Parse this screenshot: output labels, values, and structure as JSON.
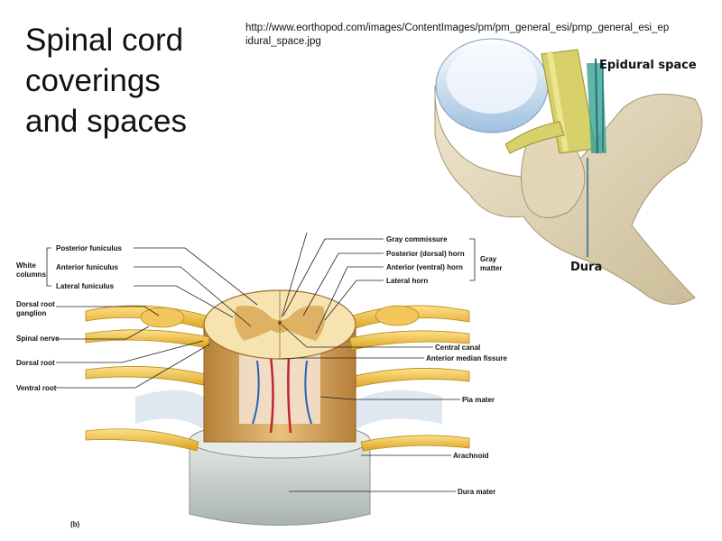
{
  "title": "Spinal  cord\ncoverings\nand spaces",
  "source_url": "http://www.eorthopod.com/images/ContentImages/pm/pm_general_esi/pmp_general_esi_epidural_space.jpg",
  "vertebra_labels": {
    "epidural_space": "Epidural space",
    "dura": "Dura"
  },
  "cord_labels": {
    "posterior_funiculus": "Posterior funiculus",
    "anterior_funiculus": "Anterior funiculus",
    "lateral_funiculus": "Lateral funiculus",
    "white_columns": "White",
    "white_columns_2": "columns",
    "dorsal_root_ganglion": "Dorsal root",
    "dorsal_root_ganglion_2": "ganglion",
    "spinal_nerve": "Spinal nerve",
    "dorsal_root": "Dorsal root",
    "ventral_root": "Ventral root",
    "gray_commissure": "Gray commissure",
    "posterior_horn": "Posterior (dorsal) horn",
    "anterior_horn": "Anterior (ventral) horn",
    "lateral_horn": "Lateral horn",
    "gray_matter": "Gray",
    "gray_matter_2": "matter",
    "central_canal": "Central canal",
    "anterior_median_fissure": "Anterior median fissure",
    "pia_mater": "Pia mater",
    "arachnoid": "Arachnoid",
    "dura_mater": "Dura mater",
    "panel": "(b)"
  }
}
